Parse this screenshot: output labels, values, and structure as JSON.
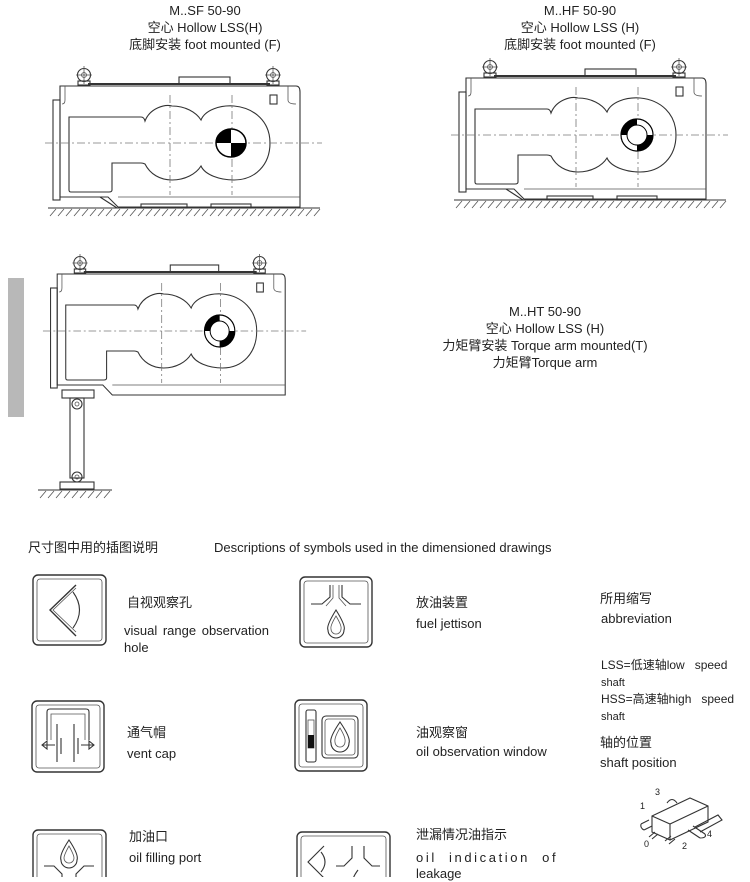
{
  "drawings": {
    "sf": {
      "model": "M..SF 50-90",
      "shaft": "空心 Hollow LSS(H)",
      "mount": "底脚安装 foot mounted (F)"
    },
    "hf": {
      "model": "M..HF 50-90",
      "shaft": "空心  Hollow LSS  (H)",
      "mount": "底脚安装 foot mounted  (F)"
    },
    "ht": {
      "model": "M..HT 50-90",
      "shaft": "空心  Hollow LSS  (H)",
      "mount": "力矩臂安装  Torque arm mounted(T)",
      "arm": "力矩臂Torque arm"
    }
  },
  "legend": {
    "title_cn": "尺寸图中用的插图说明",
    "title_en": "Descriptions of symbols used in the dimensioned drawings",
    "symbols": [
      {
        "icon": "eye-icon",
        "cn": "自视观察孔",
        "en": "visual range observation",
        "en2": "hole"
      },
      {
        "icon": "oil-drain-icon",
        "cn": "放油装置",
        "en": "fuel jettison"
      },
      {
        "icon": "vent-cap-icon",
        "cn": "通气帽",
        "en": "vent cap"
      },
      {
        "icon": "oil-window-icon",
        "cn": "油观察窗",
        "en": "oil observation window"
      },
      {
        "icon": "oil-fill-icon",
        "cn": "加油口",
        "en": "oil filling port"
      },
      {
        "icon": "oil-leak-icon",
        "cn": "泄漏情况油指示",
        "en": "oil indication of",
        "en2": "leakage"
      }
    ],
    "abbrev": {
      "title_cn": "所用缩写",
      "title_en": "abbreviation",
      "lss": "LSS=低速轴low   speed",
      "lss2": "shaft",
      "hss": "HSS=高速轴high   speed",
      "hss2": "shaft",
      "pos_cn": "轴的位置",
      "pos_en": "shaft position",
      "positions": [
        "0",
        "1",
        "2",
        "3",
        "4"
      ]
    }
  }
}
